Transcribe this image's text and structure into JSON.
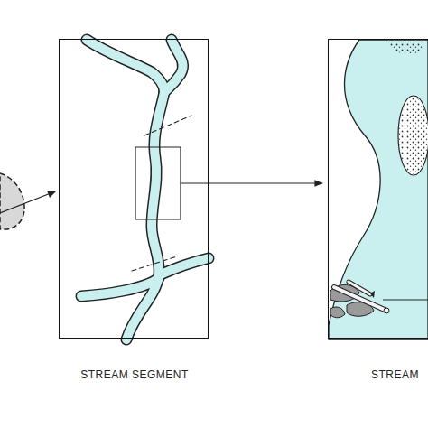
{
  "diagram": {
    "nodes": [
      {
        "text": [
          "STREAM SEGMENT"
        ]
      },
      {
        "text": [
          "STREAM"
        ]
      }
    ],
    "edges": [
      {
        "from": 0,
        "to": 1,
        "arrow": "to"
      }
    ]
  }
}
